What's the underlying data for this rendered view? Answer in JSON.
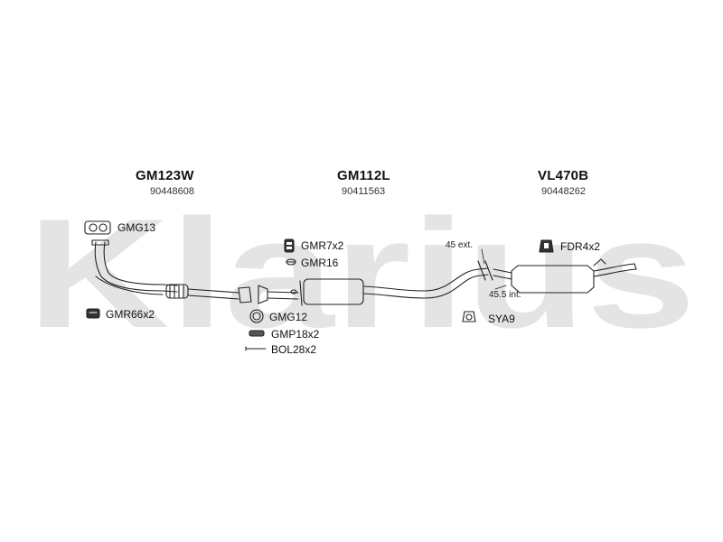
{
  "brand": {
    "watermark": "Klarius"
  },
  "assemblies": [
    {
      "code": "GM123W",
      "oem": "90448608"
    },
    {
      "code": "GM112L",
      "oem": "90411563"
    },
    {
      "code": "VL470B",
      "oem": "90448262"
    }
  ],
  "parts": {
    "gmg13": "GMG13",
    "gmr7x2": "GMR7x2",
    "gmr16": "GMR16",
    "fdr4x2": "FDR4x2",
    "gmr66x2": "GMR66x2",
    "gmg12": "GMG12",
    "gmp18x2": "GMP18x2",
    "bol28x2": "BOL28x2",
    "sya9": "SYA9"
  },
  "notes": {
    "ext": "45 ext.",
    "int": "45.5 int."
  },
  "colors": {
    "watermark": "#e4e4e4",
    "line": "#222222"
  }
}
